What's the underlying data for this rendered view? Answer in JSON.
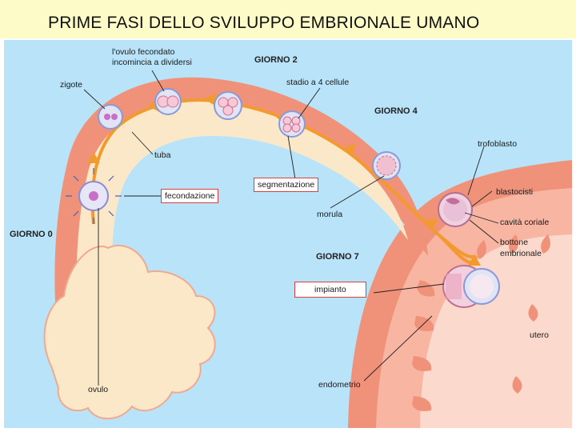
{
  "title": "PRIME FASI DELLO SVILUPPO EMBRIONALE UMANO",
  "labels": {
    "ovulo_fecondato": "l'ovulo fecondato",
    "incomincia": "incomincia a dividersi",
    "giorno2": "GIORNO 2",
    "zigote": "zigote",
    "stadio4": "stadio a 4 cellule",
    "giorno4": "GIORNO 4",
    "tuba": "tuba",
    "trofoblasto": "trofoblasto",
    "segmentazione": "segmentazione",
    "fecondazione": "fecondazione",
    "blastocisti": "blastocisti",
    "morula": "morula",
    "cavita": "cavità coriale",
    "giorno0": "GIORNO 0",
    "bottone": "bottone",
    "embrionale": "embrionale",
    "giorno7": "GIORNO 7",
    "impianto": "impianto",
    "utero": "utero",
    "endometrio": "endometrio",
    "ovulo": "ovulo"
  },
  "colors": {
    "background": "#b8e3f8",
    "tissue": "#f0927a",
    "tube_lumen": "#fbe8c8",
    "arrow": "#f29a2e",
    "label_border": "#d84040"
  }
}
